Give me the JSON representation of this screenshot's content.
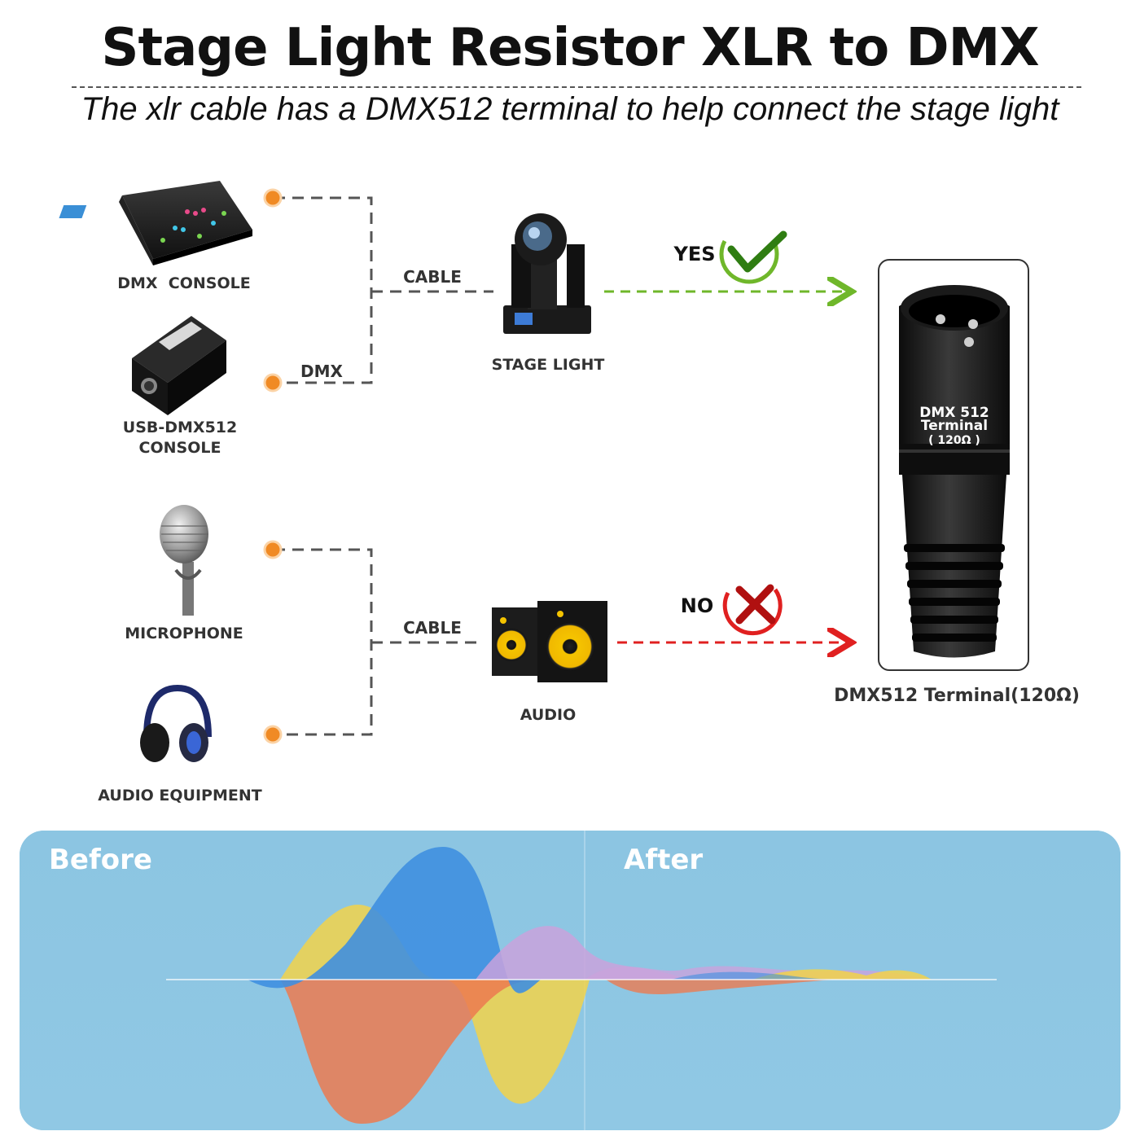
{
  "header": {
    "title": "Stage Light Resistor XLR to DMX",
    "subtitle": "The xlr cable has a DMX512 terminal to help connect the stage light"
  },
  "devices": {
    "dmx_console": "DMX  CONSOLE",
    "usb_console_line1": "USB-DMX512",
    "usb_console_line2": "CONSOLE",
    "stage_light": "STAGE LIGHT",
    "microphone": "MICROPHONE",
    "audio_equipment": "AUDIO EQUIPMENT",
    "audio": "AUDIO"
  },
  "connections": {
    "cable_top": "CABLE",
    "dmx": "DMX",
    "cable_bottom": "CABLE",
    "yes": "YES",
    "no": "NO"
  },
  "terminal": {
    "plug_line1": "DMX 512",
    "plug_line2": "Terminal",
    "plug_line3": "( 120Ω )",
    "caption": "DMX512 Terminal(120Ω)"
  },
  "comparison": {
    "before": "Before",
    "after": "After"
  },
  "colors": {
    "accent_orange": "#f08a24",
    "yes_green": "#6fb72a",
    "no_red": "#e02020",
    "panel_blue": "#8fc6e2"
  }
}
